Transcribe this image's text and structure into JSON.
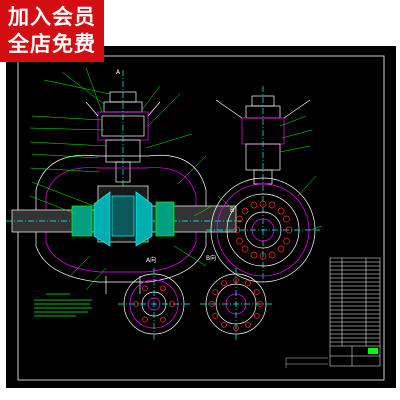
{
  "badge": {
    "line1": "加入会员",
    "line2": "全店免费",
    "background": "#d40d12",
    "text_color": "#ffffff"
  },
  "drawing": {
    "background": "#000000",
    "line_color": "#ffffff",
    "leader_color": "#00ff00",
    "part_color": "#ff00ff",
    "view_a_label": "A向",
    "view_b_label": "B向",
    "top_label": "A",
    "side_label": "B"
  }
}
